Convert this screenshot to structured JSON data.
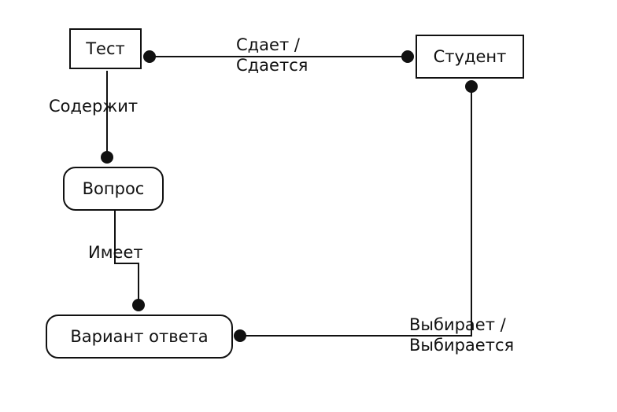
{
  "entities": {
    "test": "Тест",
    "student": "Студент",
    "question": "Вопрос",
    "answer_option": "Вариант ответа"
  },
  "relationships": {
    "passes_line1": "Сдает /",
    "passes_line2": "Сдается",
    "contains": "Содержит",
    "has": "Имеет",
    "chooses_line1": "Выбирает /",
    "chooses_line2": "Выбирается"
  },
  "colors": {
    "line": "#111111",
    "background": "#ffffff"
  }
}
